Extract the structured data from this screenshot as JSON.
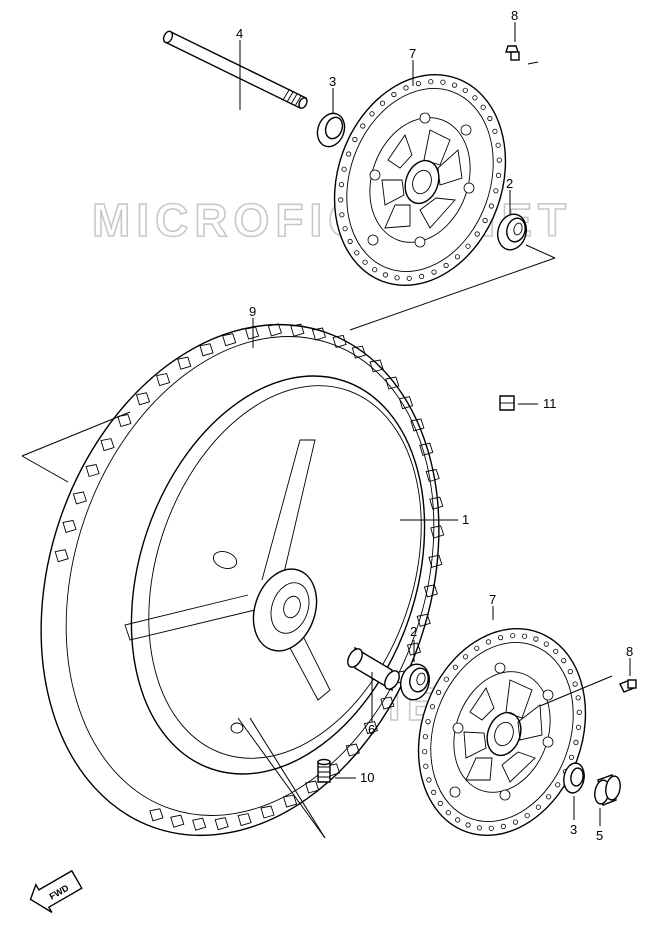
{
  "watermark": {
    "text": "MICROFICHE.NET",
    "color": "#c8c8c8"
  },
  "callouts": [
    {
      "id": "1",
      "text": "1"
    },
    {
      "id": "2a",
      "text": "2"
    },
    {
      "id": "2b",
      "text": "2"
    },
    {
      "id": "3a",
      "text": "3"
    },
    {
      "id": "3b",
      "text": "3"
    },
    {
      "id": "4",
      "text": "4"
    },
    {
      "id": "5",
      "text": "5"
    },
    {
      "id": "6",
      "text": "6"
    },
    {
      "id": "7a",
      "text": "7"
    },
    {
      "id": "7b",
      "text": "7"
    },
    {
      "id": "8a",
      "text": "8"
    },
    {
      "id": "8b",
      "text": "8"
    },
    {
      "id": "9",
      "text": "9"
    },
    {
      "id": "10",
      "text": "10"
    },
    {
      "id": "11",
      "text": "11"
    }
  ],
  "direction_badge": {
    "text": "FWD"
  }
}
